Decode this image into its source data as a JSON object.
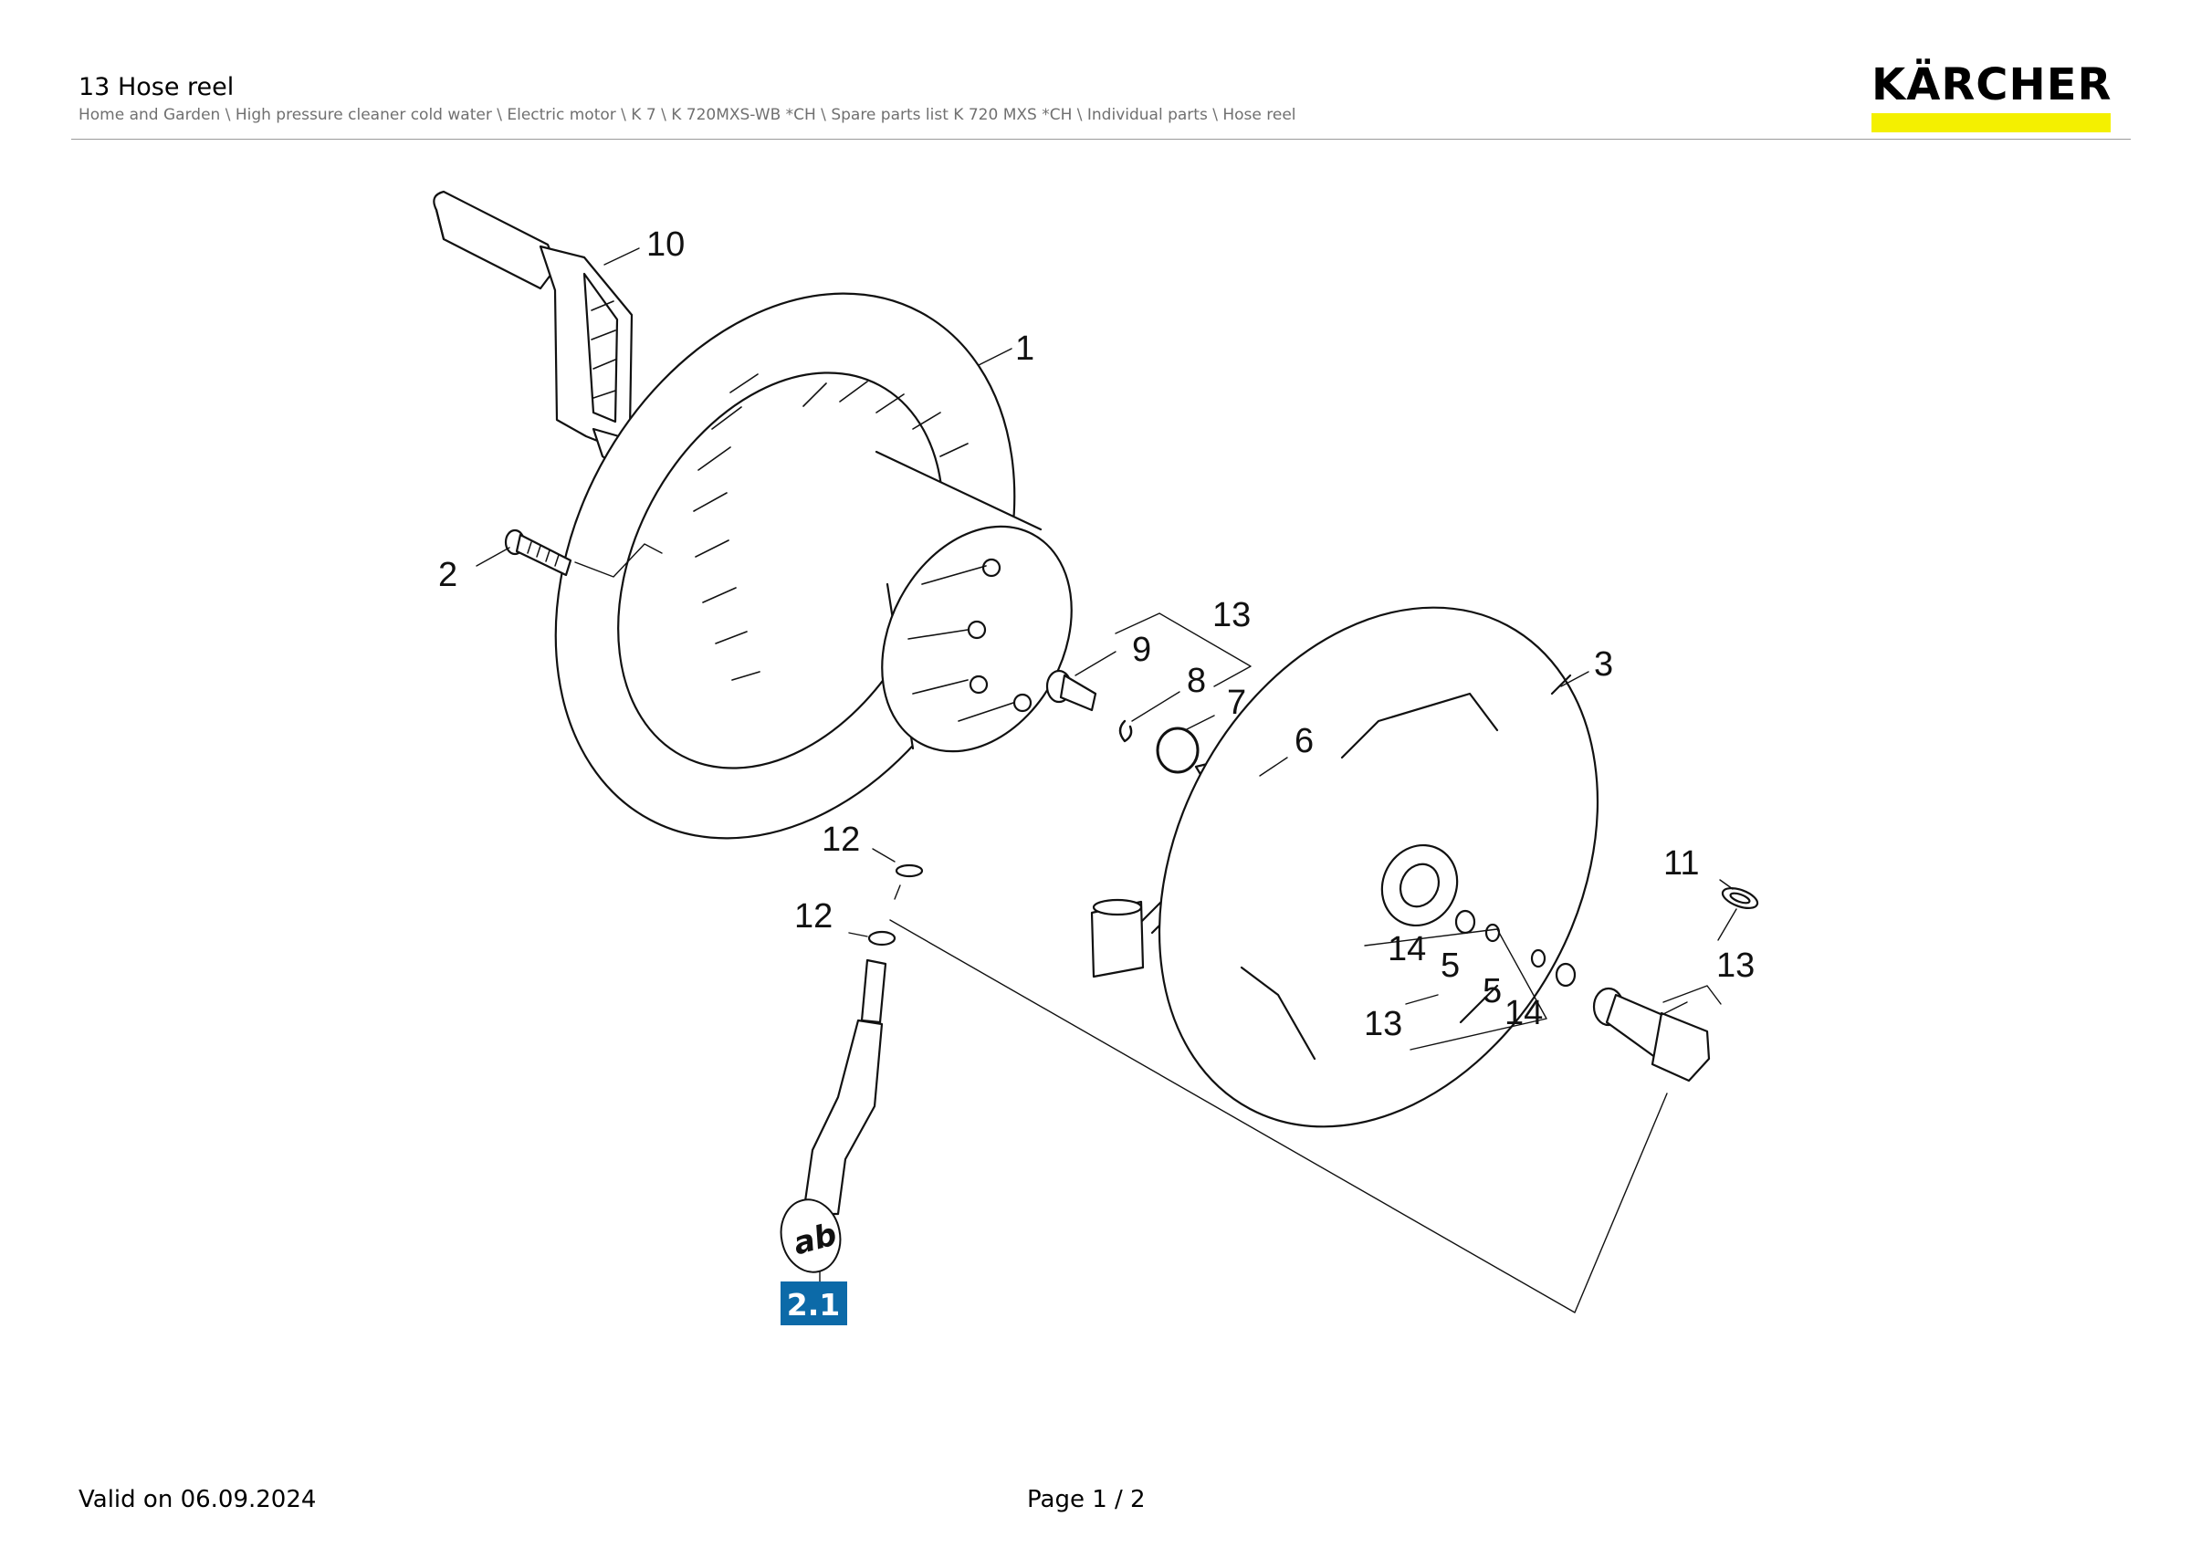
{
  "header": {
    "title": "13 Hose reel",
    "breadcrumb": "Home and Garden \\ High pressure cleaner cold water \\ Electric motor \\ K 7 \\ K 720MXS-WB *CH \\ Spare parts list K 720 MXS *CH \\ Individual parts \\ Hose reel"
  },
  "logo": {
    "text": "KÄRCHER",
    "bar_color": "#f4f000",
    "text_color": "#000000"
  },
  "callouts": {
    "c10": "10",
    "c1": "1",
    "c2": "2",
    "c13a": "13",
    "c9": "9",
    "c8": "8",
    "c7": "7",
    "c6": "6",
    "c3": "3",
    "c12a": "12",
    "c12b": "12",
    "c11": "11",
    "c14a": "14",
    "c5a": "5",
    "c5b": "5",
    "c14b": "14",
    "c13b": "13",
    "c13c": "13"
  },
  "symbol": {
    "text": "ab",
    "ref": "2.1",
    "ref_color": "#0c6aa8"
  },
  "footer": {
    "valid": "Valid on 06.09.2024",
    "page": "Page 1 / 2"
  }
}
